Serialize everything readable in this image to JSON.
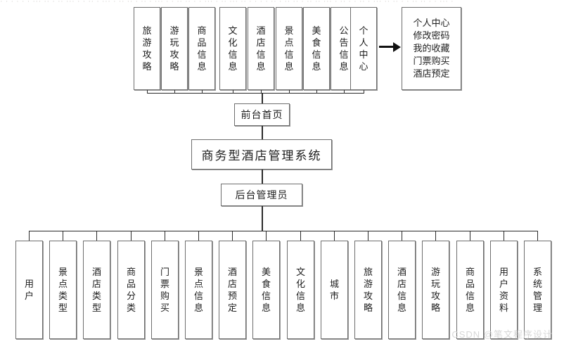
{
  "diagram": {
    "title": "商务型酒店管理系统",
    "type": "tree",
    "background_color": "#ffffff",
    "box_border_color": "#6e6e6e",
    "line_color": "#2b2b2b",
    "text_color": "#1d1d1d"
  },
  "front_menu": {
    "items": [
      {
        "label": "旅游攻略"
      },
      {
        "label": "游玩攻略"
      },
      {
        "label": "商品信息"
      },
      {
        "label": "文化信息"
      },
      {
        "label": "酒店信息"
      },
      {
        "label": "景点信息"
      },
      {
        "label": "美食信息"
      },
      {
        "label": "公告信息"
      },
      {
        "label": "个人中心"
      }
    ]
  },
  "personal_center_panel": {
    "rows": [
      "个人中心",
      "修改密码",
      "我的收藏",
      "门票购买",
      "酒店预定"
    ]
  },
  "front_home": {
    "label": "前台首页"
  },
  "root": {
    "label": "商务型酒店管理系统"
  },
  "admin": {
    "label": "后台管理员"
  },
  "admin_menu": {
    "items": [
      {
        "label": "用户"
      },
      {
        "label": "景点类型"
      },
      {
        "label": "酒店类型"
      },
      {
        "label": "商品分类"
      },
      {
        "label": "门票购买"
      },
      {
        "label": "景点信息"
      },
      {
        "label": "酒店预定"
      },
      {
        "label": "美食信息"
      },
      {
        "label": "文化信息"
      },
      {
        "label": "城市"
      },
      {
        "label": "旅游攻略"
      },
      {
        "label": "酒店信息"
      },
      {
        "label": "游玩攻略"
      },
      {
        "label": "商品信息"
      },
      {
        "label": "用户资料"
      },
      {
        "label": "系统管理"
      }
    ]
  },
  "watermark": {
    "text": "CSDN @笔文程序设计"
  },
  "artifacts": {
    "top_strip": "· · · · · · ··· ·· · ·· ··· · · ·· · ··· · ·· ·· · ·· · ··· · · ·· ·· · · ··· · ·· ··· ·· · · · · ·· · ·· ·· · ·· ·· ··· · ·· · · ·· · ··· ·· ·· · · ·· ·· · · ··· ·"
  }
}
